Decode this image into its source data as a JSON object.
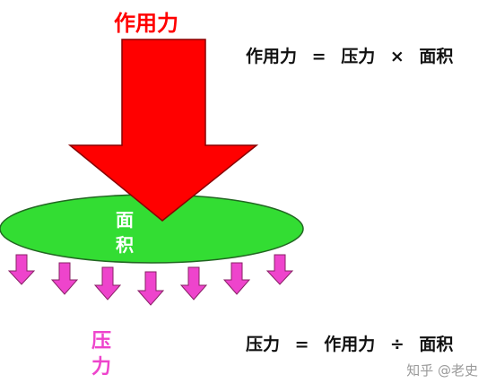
{
  "diagram": {
    "force_label": "作用力",
    "area_label_top": "面",
    "area_label_bottom": "积",
    "pressure_label_top": "压",
    "pressure_label_bottom": "力",
    "colors": {
      "force_arrow": "#ff0000",
      "force_label": "#ff0000",
      "area": "#33dd33",
      "pressure_arrows": "#ee44cc",
      "pressure_label": "#ee44cc"
    }
  },
  "formulas": {
    "pressure_formula": {
      "lhs": "作用力",
      "eq": "=",
      "a": "压力",
      "op": "×",
      "b": "面积"
    },
    "force_formula": {
      "lhs": "压力",
      "eq": "=",
      "a": "作用力",
      "op": "÷",
      "b": "面积"
    }
  },
  "watermark": {
    "text": "知乎 @老史"
  }
}
